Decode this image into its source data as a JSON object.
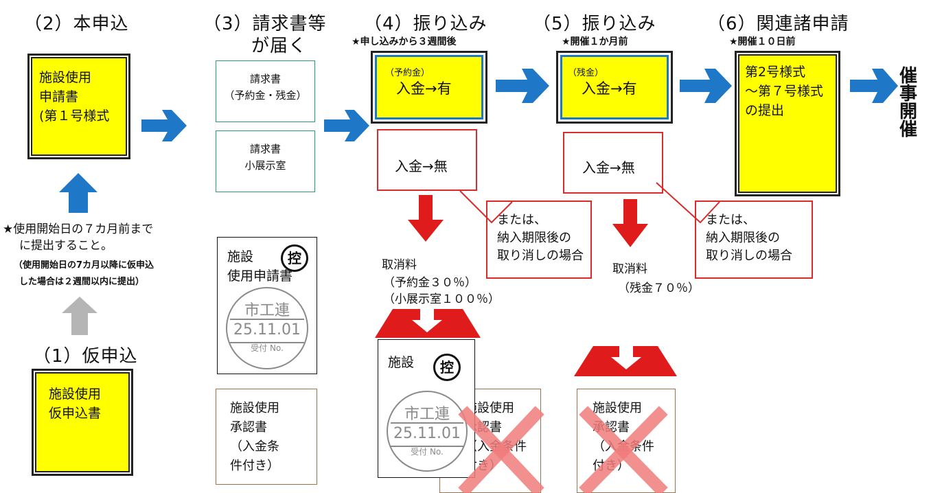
{
  "steps": {
    "step1": {
      "heading": "（1）仮申込",
      "box": "施設使用\n仮申込書"
    },
    "step2": {
      "heading": "（2）本申込",
      "box": "施設使用\n申請書\n(第１号様式"
    },
    "step3": {
      "heading_l1": "（3）請求書等",
      "heading_l2": "が届く",
      "invoice1_l1": "請求書",
      "invoice1_l2": "（予約金・残金）",
      "invoice2_l1": "請求書",
      "invoice2_l2": "小展示室",
      "approval": "施設使用\n承認書\n（入金条\n件付き）"
    },
    "step4": {
      "heading": "（4）振り込み",
      "note": "★申し込みから３週間後",
      "paid_label": "（予約金）",
      "paid_text": "入金→有",
      "unpaid_text": "入金→無",
      "callout": "または、\n納入期限後の\n取り消しの場合",
      "cancel_l1": "取消料",
      "cancel_l2": "（予約金３０％）",
      "cancel_l3": "（小展示室１００％）",
      "approval": "施設使用\n承認書\n（入金条件\n付き）"
    },
    "step5": {
      "heading": "（5）振り込み",
      "note": "★開催１か月前",
      "paid_label": "（残金）",
      "paid_text": "入金→有",
      "unpaid_text": "入金→無",
      "callout": "または、\n納入期限後の\n取り消しの場合",
      "cancel_l1": "取消料",
      "cancel_l2": "（残金７０％）",
      "approval": "施設使用\n承認書\n（入金条件\n付き）"
    },
    "step6": {
      "heading": "（6）関連諸申請",
      "note": "★開催１０日前",
      "box": "第2号様式\n～第７号様式\nの提出"
    },
    "final": {
      "text": "催\n事\n開\n催"
    }
  },
  "deadline_note": {
    "l1": "★使用開始日の７カ月前まで",
    "l2": "に提出すること。",
    "l3": "（使用開始日の7カ月以降に仮申込",
    "l4": "した場合は２週間以内に提出）"
  },
  "stamp_doc": {
    "title": "施設\n使用申請書",
    "title_short": "施設",
    "hikae": "控"
  },
  "stamp": {
    "top": "市工連",
    "date": "25.11.01",
    "bottom": "受付\nNo."
  },
  "colors": {
    "blue_arrow": "#1f77c8",
    "red": "#e01b1b",
    "gray_arrow": "#b5b5b5",
    "yellow": "#ffff00",
    "cross": "#f07b7b"
  }
}
